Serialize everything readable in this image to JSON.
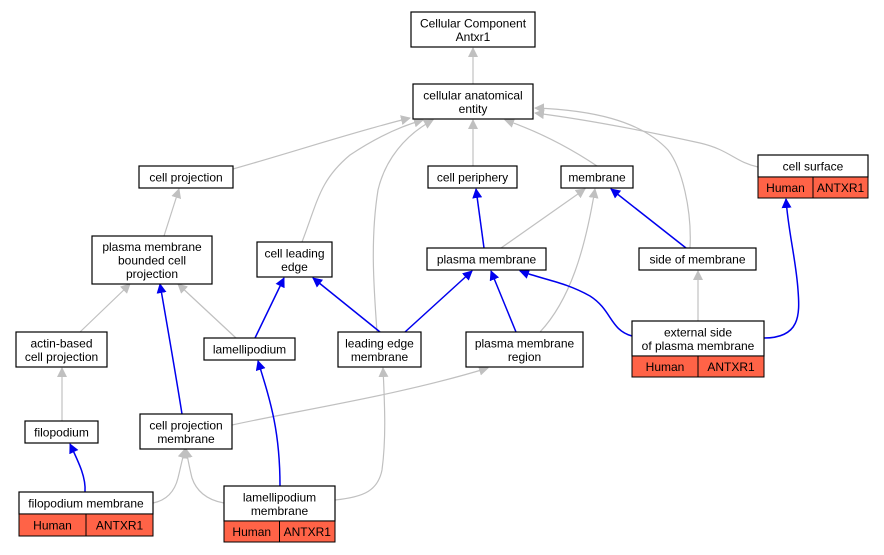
{
  "colors": {
    "is_a": "#c0c0c0",
    "part_of": "#0000ee",
    "annotation": "#ff6347",
    "node_border": "#000000"
  },
  "nodes": {
    "root": {
      "lines": [
        "Cellular Component",
        "Antxr1"
      ]
    },
    "cae": {
      "lines": [
        "cellular anatomical",
        "entity"
      ]
    },
    "cellproj": {
      "lines": [
        "cell projection"
      ]
    },
    "cellper": {
      "lines": [
        "cell periphery"
      ]
    },
    "membrane": {
      "lines": [
        "membrane"
      ]
    },
    "cellsurf": {
      "lines": [
        "cell surface"
      ],
      "annotation": [
        "Human",
        "ANTXR1"
      ]
    },
    "pmbcp": {
      "lines": [
        "plasma membrane",
        "bounded cell",
        "projection"
      ]
    },
    "cle": {
      "lines": [
        "cell leading",
        "edge"
      ]
    },
    "pm": {
      "lines": [
        "plasma membrane"
      ]
    },
    "som": {
      "lines": [
        "side of membrane"
      ]
    },
    "acp": {
      "lines": [
        "actin-based",
        "cell projection"
      ]
    },
    "lamel": {
      "lines": [
        "lamellipodium"
      ]
    },
    "lem": {
      "lines": [
        "leading edge",
        "membrane"
      ]
    },
    "pmr": {
      "lines": [
        "plasma membrane",
        "region"
      ]
    },
    "espm": {
      "lines": [
        "external side",
        "of plasma membrane"
      ],
      "annotation": [
        "Human",
        "ANTXR1"
      ]
    },
    "filo": {
      "lines": [
        "filopodium"
      ]
    },
    "cpm": {
      "lines": [
        "cell projection",
        "membrane"
      ]
    },
    "filom": {
      "lines": [
        "filopodium membrane"
      ],
      "annotation": [
        "Human",
        "ANTXR1"
      ]
    },
    "lamm": {
      "lines": [
        "lamellipodium",
        "membrane"
      ],
      "annotation": [
        "Human",
        "ANTXR1"
      ]
    }
  },
  "edges": [
    {
      "from": "cae",
      "to": "root",
      "type": "is_a"
    },
    {
      "from": "cellproj",
      "to": "cae",
      "type": "is_a"
    },
    {
      "from": "cle",
      "to": "cae",
      "type": "is_a"
    },
    {
      "from": "lem",
      "to": "cae",
      "type": "is_a"
    },
    {
      "from": "cellper",
      "to": "cae",
      "type": "is_a"
    },
    {
      "from": "membrane",
      "to": "cae",
      "type": "is_a"
    },
    {
      "from": "som",
      "to": "cae",
      "type": "is_a"
    },
    {
      "from": "cellsurf",
      "to": "cae",
      "type": "is_a"
    },
    {
      "from": "pmbcp",
      "to": "cellproj",
      "type": "is_a"
    },
    {
      "from": "acp",
      "to": "pmbcp",
      "type": "is_a"
    },
    {
      "from": "lamel",
      "to": "pmbcp",
      "type": "is_a"
    },
    {
      "from": "cpm",
      "to": "pmbcp",
      "type": "part_of"
    },
    {
      "from": "lamel",
      "to": "cle",
      "type": "part_of"
    },
    {
      "from": "lem",
      "to": "cle",
      "type": "part_of"
    },
    {
      "from": "pm",
      "to": "cellper",
      "type": "part_of"
    },
    {
      "from": "pm",
      "to": "membrane",
      "type": "is_a"
    },
    {
      "from": "pmr",
      "to": "membrane",
      "type": "is_a"
    },
    {
      "from": "som",
      "to": "membrane",
      "type": "part_of"
    },
    {
      "from": "lem",
      "to": "pm",
      "type": "part_of"
    },
    {
      "from": "pmr",
      "to": "pm",
      "type": "part_of"
    },
    {
      "from": "espm",
      "to": "pm",
      "type": "part_of"
    },
    {
      "from": "espm",
      "to": "som",
      "type": "is_a"
    },
    {
      "from": "espm",
      "to": "cellsurf",
      "type": "part_of"
    },
    {
      "from": "filo",
      "to": "acp",
      "type": "is_a"
    },
    {
      "from": "cpm",
      "to": "pmr",
      "type": "is_a"
    },
    {
      "from": "lamm",
      "to": "lamel",
      "type": "part_of"
    },
    {
      "from": "lamm",
      "to": "lem",
      "type": "is_a"
    },
    {
      "from": "filom",
      "to": "filo",
      "type": "part_of"
    },
    {
      "from": "filom",
      "to": "cpm",
      "type": "is_a"
    },
    {
      "from": "lamm",
      "to": "cpm",
      "type": "is_a"
    }
  ]
}
